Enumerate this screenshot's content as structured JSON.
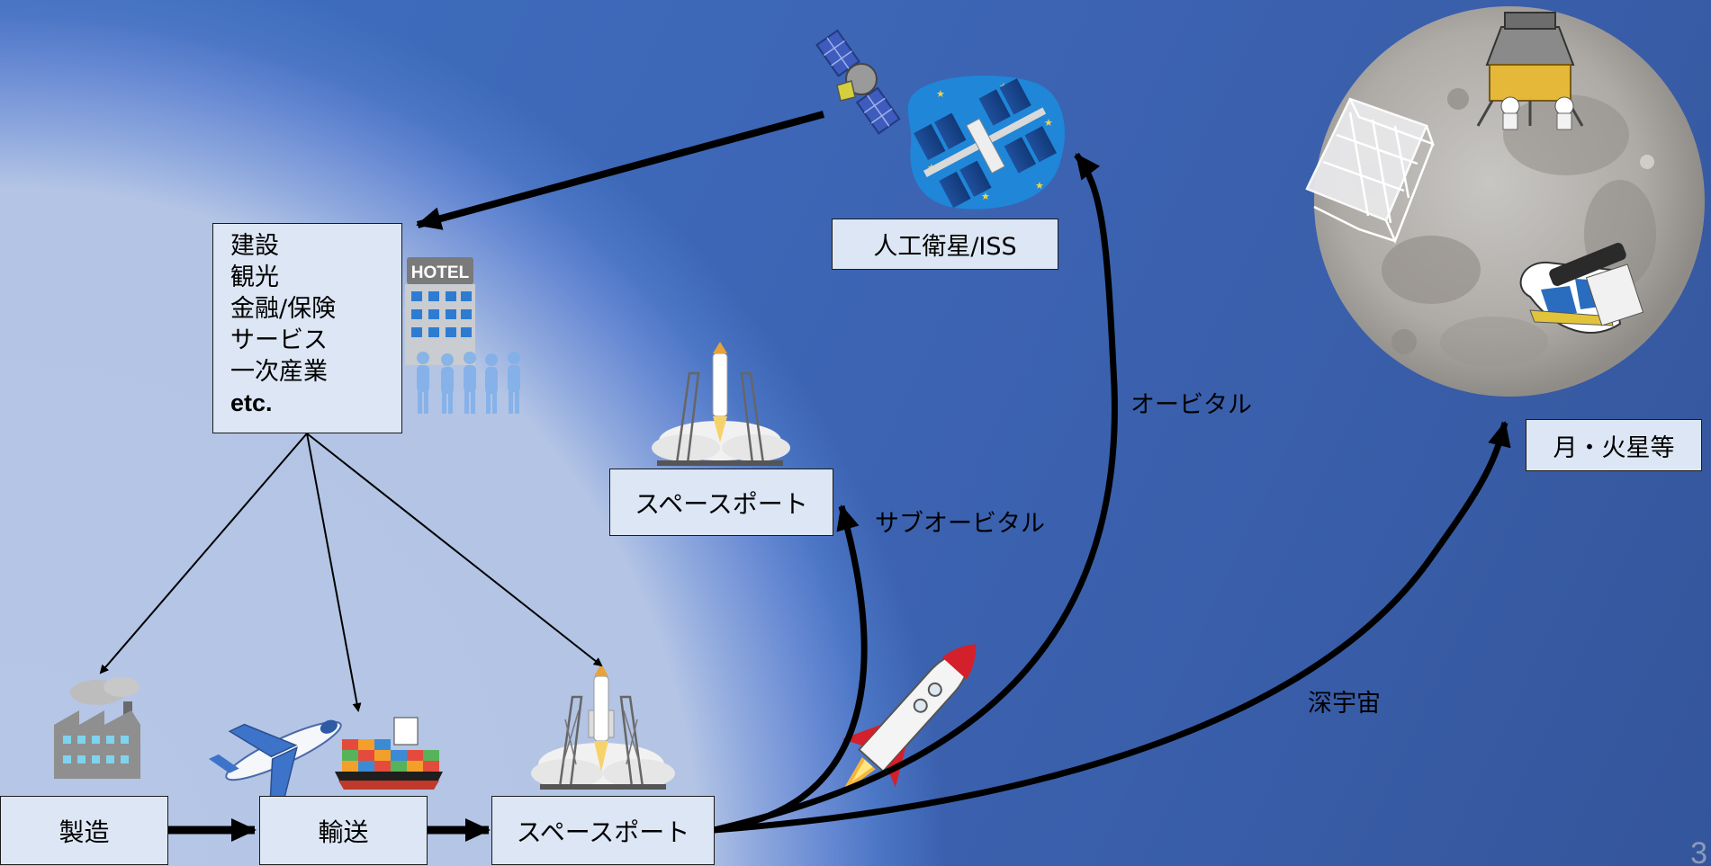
{
  "industry_list": [
    "建設",
    "観光",
    "金融/保険",
    "サービス",
    "一次産業",
    "etc."
  ],
  "nodes": {
    "manufacturing": "製造",
    "transport": "輸送",
    "spaceport_ground": "スペースポート",
    "spaceport_sub": "スペースポート",
    "satellite": "人工衛星/ISS",
    "moon_mars": "月・火星等"
  },
  "routes": {
    "suborbital": "サブオービタル",
    "orbital": "オービタル",
    "deep_space": "深宇宙"
  },
  "icons": {
    "hotel_sign": "HOTEL"
  },
  "page_number": "3",
  "colors": {
    "sky_light": "#b6c6e6",
    "space_blue": "#3d66b6",
    "box_fill": "#dde6f4",
    "rocket_red": "#d3202a"
  }
}
